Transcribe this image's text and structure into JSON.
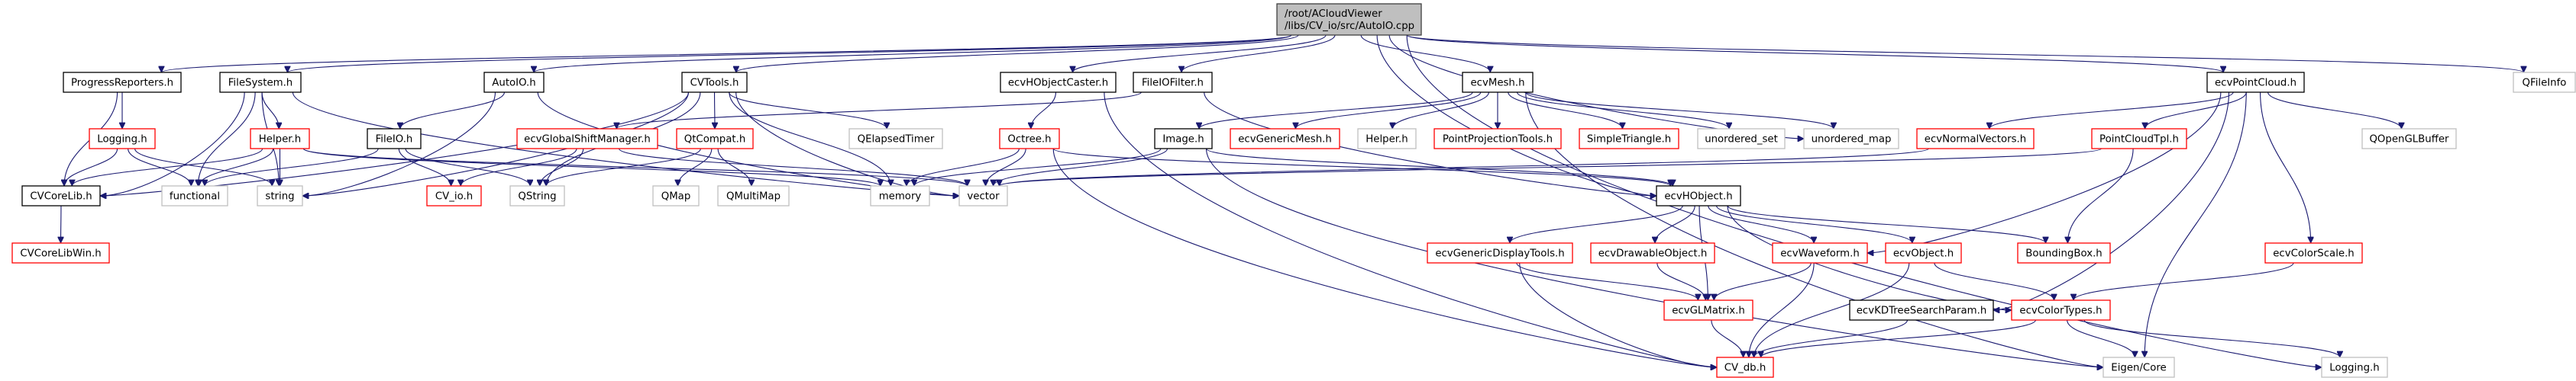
{
  "title": "Include dependency graph for AutoIO.cpp",
  "colors": {
    "edge": "#191970",
    "documented_border": "#000000",
    "undocumented_border": "#ff0000",
    "external_border": "#bfbfbf",
    "root_fill": "#bfbfbf",
    "root_border": "#404040"
  },
  "nodes": [
    {
      "id": "root",
      "label": [
        "/root/ACloudViewer",
        "/libs/CV_io/src/AutoIO.cpp"
      ],
      "kind": "root"
    },
    {
      "id": "ProgressReporters",
      "label": [
        "ProgressReporters.h"
      ],
      "kind": "doc"
    },
    {
      "id": "FileSystem",
      "label": [
        "FileSystem.h"
      ],
      "kind": "doc"
    },
    {
      "id": "AutoIO",
      "label": [
        "AutoIO.h"
      ],
      "kind": "doc"
    },
    {
      "id": "CVTools",
      "label": [
        "CVTools.h"
      ],
      "kind": "doc"
    },
    {
      "id": "ecvHObjectCaster",
      "label": [
        "ecvHObjectCaster.h"
      ],
      "kind": "doc"
    },
    {
      "id": "FileIOFilter",
      "label": [
        "FileIOFilter.h"
      ],
      "kind": "doc"
    },
    {
      "id": "ecvMesh",
      "label": [
        "ecvMesh.h"
      ],
      "kind": "doc"
    },
    {
      "id": "ecvPointCloud",
      "label": [
        "ecvPointCloud.h"
      ],
      "kind": "doc"
    },
    {
      "id": "QFileInfo",
      "label": [
        "QFileInfo"
      ],
      "kind": "ext"
    },
    {
      "id": "LoggingA",
      "label": [
        "Logging.h"
      ],
      "kind": "undoc"
    },
    {
      "id": "HelperA",
      "label": [
        "Helper.h"
      ],
      "kind": "undoc"
    },
    {
      "id": "FileIO",
      "label": [
        "FileIO.h"
      ],
      "kind": "doc"
    },
    {
      "id": "ecvGlobalShiftManager",
      "label": [
        "ecvGlobalShiftManager.h"
      ],
      "kind": "undoc"
    },
    {
      "id": "QtCompat",
      "label": [
        "QtCompat.h"
      ],
      "kind": "undoc"
    },
    {
      "id": "QElapsedTimer",
      "label": [
        "QElapsedTimer"
      ],
      "kind": "ext"
    },
    {
      "id": "Octree",
      "label": [
        "Octree.h"
      ],
      "kind": "undoc"
    },
    {
      "id": "Image",
      "label": [
        "Image.h"
      ],
      "kind": "doc"
    },
    {
      "id": "ecvGenericMesh",
      "label": [
        "ecvGenericMesh.h"
      ],
      "kind": "undoc"
    },
    {
      "id": "HelperB",
      "label": [
        "Helper.h"
      ],
      "kind": "ext"
    },
    {
      "id": "PointProjectionTools",
      "label": [
        "PointProjectionTools.h"
      ],
      "kind": "undoc"
    },
    {
      "id": "SimpleTriangle",
      "label": [
        "SimpleTriangle.h"
      ],
      "kind": "undoc"
    },
    {
      "id": "unordered_set",
      "label": [
        "unordered_set"
      ],
      "kind": "ext"
    },
    {
      "id": "unordered_map",
      "label": [
        "unordered_map"
      ],
      "kind": "ext"
    },
    {
      "id": "ecvNormalVectors",
      "label": [
        "ecvNormalVectors.h"
      ],
      "kind": "undoc"
    },
    {
      "id": "PointCloudTpl",
      "label": [
        "PointCloudTpl.h"
      ],
      "kind": "undoc"
    },
    {
      "id": "QOpenGLBuffer",
      "label": [
        "QOpenGLBuffer"
      ],
      "kind": "ext"
    },
    {
      "id": "CVCoreLib",
      "label": [
        "CVCoreLib.h"
      ],
      "kind": "doc"
    },
    {
      "id": "functional",
      "label": [
        "functional"
      ],
      "kind": "ext"
    },
    {
      "id": "string",
      "label": [
        "string"
      ],
      "kind": "ext"
    },
    {
      "id": "CV_io",
      "label": [
        "CV_io.h"
      ],
      "kind": "undoc"
    },
    {
      "id": "QString",
      "label": [
        "QString"
      ],
      "kind": "ext"
    },
    {
      "id": "QMap",
      "label": [
        "QMap"
      ],
      "kind": "ext"
    },
    {
      "id": "QMultiMap",
      "label": [
        "QMultiMap"
      ],
      "kind": "ext"
    },
    {
      "id": "memory",
      "label": [
        "memory"
      ],
      "kind": "ext"
    },
    {
      "id": "vector",
      "label": [
        "vector"
      ],
      "kind": "ext"
    },
    {
      "id": "ecvHObject",
      "label": [
        "ecvHObject.h"
      ],
      "kind": "doc"
    },
    {
      "id": "CVCoreLibWin",
      "label": [
        "CVCoreLibWin.h"
      ],
      "kind": "undoc"
    },
    {
      "id": "ecvGenericDisplayTools",
      "label": [
        "ecvGenericDisplayTools.h"
      ],
      "kind": "undoc"
    },
    {
      "id": "ecvDrawableObject",
      "label": [
        "ecvDrawableObject.h"
      ],
      "kind": "undoc"
    },
    {
      "id": "ecvWaveform",
      "label": [
        "ecvWaveform.h"
      ],
      "kind": "undoc"
    },
    {
      "id": "ecvObject",
      "label": [
        "ecvObject.h"
      ],
      "kind": "undoc"
    },
    {
      "id": "BoundingBox",
      "label": [
        "BoundingBox.h"
      ],
      "kind": "undoc"
    },
    {
      "id": "ecvColorScale",
      "label": [
        "ecvColorScale.h"
      ],
      "kind": "undoc"
    },
    {
      "id": "ecvGLMatrix",
      "label": [
        "ecvGLMatrix.h"
      ],
      "kind": "undoc"
    },
    {
      "id": "ecvKDTreeSearchParam",
      "label": [
        "ecvKDTreeSearchParam.h"
      ],
      "kind": "doc"
    },
    {
      "id": "ecvColorTypes",
      "label": [
        "ecvColorTypes.h"
      ],
      "kind": "undoc"
    },
    {
      "id": "CV_db",
      "label": [
        "CV_db.h"
      ],
      "kind": "undoc"
    },
    {
      "id": "EigenCore",
      "label": [
        "Eigen/Core"
      ],
      "kind": "ext"
    },
    {
      "id": "LoggingB",
      "label": [
        "Logging.h"
      ],
      "kind": "ext"
    }
  ],
  "edges": [
    [
      "root",
      "ProgressReporters"
    ],
    [
      "root",
      "FileSystem"
    ],
    [
      "root",
      "AutoIO"
    ],
    [
      "root",
      "CVTools"
    ],
    [
      "root",
      "ecvHObjectCaster"
    ],
    [
      "root",
      "FileIOFilter"
    ],
    [
      "root",
      "ecvMesh"
    ],
    [
      "root",
      "ecvPointCloud"
    ],
    [
      "root",
      "QFileInfo"
    ],
    [
      "root",
      "ecvHObject"
    ],
    [
      "root",
      "unordered_map"
    ],
    [
      "root",
      "LoggingB"
    ],
    [
      "ProgressReporters",
      "CVCoreLib"
    ],
    [
      "ProgressReporters",
      "LoggingA"
    ],
    [
      "FileSystem",
      "CVCoreLib"
    ],
    [
      "FileSystem",
      "HelperA"
    ],
    [
      "FileSystem",
      "functional"
    ],
    [
      "FileSystem",
      "string"
    ],
    [
      "FileSystem",
      "vector"
    ],
    [
      "LoggingA",
      "CVCoreLib"
    ],
    [
      "LoggingA",
      "functional"
    ],
    [
      "LoggingA",
      "string"
    ],
    [
      "HelperA",
      "CVCoreLib"
    ],
    [
      "HelperA",
      "functional"
    ],
    [
      "HelperA",
      "string"
    ],
    [
      "HelperA",
      "memory"
    ],
    [
      "HelperA",
      "vector"
    ],
    [
      "AutoIO",
      "FileIO"
    ],
    [
      "AutoIO",
      "string"
    ],
    [
      "AutoIO",
      "vector"
    ],
    [
      "FileIO",
      "CV_io"
    ],
    [
      "FileIO",
      "QString"
    ],
    [
      "FileIO",
      "functional"
    ],
    [
      "CVTools",
      "CVCoreLib"
    ],
    [
      "CVTools",
      "QtCompat"
    ],
    [
      "CVTools",
      "QString"
    ],
    [
      "CVTools",
      "string"
    ],
    [
      "CVTools",
      "QElapsedTimer"
    ],
    [
      "CVTools",
      "vector"
    ],
    [
      "CVTools",
      "memory"
    ],
    [
      "ecvGlobalShiftManager",
      "CV_io"
    ],
    [
      "ecvGlobalShiftManager",
      "QString"
    ],
    [
      "ecvGlobalShiftManager",
      "vector"
    ],
    [
      "QtCompat",
      "QString"
    ],
    [
      "QtCompat",
      "QMap"
    ],
    [
      "QtCompat",
      "QMultiMap"
    ],
    [
      "FileIOFilter",
      "ecvGlobalShiftManager"
    ],
    [
      "FileIOFilter",
      "ecvHObject"
    ],
    [
      "ecvHObjectCaster",
      "Octree"
    ],
    [
      "ecvHObjectCaster",
      "CV_db"
    ],
    [
      "Octree",
      "memory"
    ],
    [
      "Octree",
      "vector"
    ],
    [
      "Octree",
      "ecvHObject"
    ],
    [
      "Octree",
      "CV_db"
    ],
    [
      "Image",
      "memory"
    ],
    [
      "Image",
      "vector"
    ],
    [
      "Image",
      "ecvHObject"
    ],
    [
      "Image",
      "EigenCore"
    ],
    [
      "ecvMesh",
      "Image"
    ],
    [
      "ecvMesh",
      "ecvGenericMesh"
    ],
    [
      "ecvMesh",
      "HelperB"
    ],
    [
      "ecvMesh",
      "PointProjectionTools"
    ],
    [
      "ecvMesh",
      "SimpleTriangle"
    ],
    [
      "ecvMesh",
      "unordered_set"
    ],
    [
      "ecvMesh",
      "unordered_map"
    ],
    [
      "ecvMesh",
      "EigenCore"
    ],
    [
      "ecvNormalVectors",
      "vector"
    ],
    [
      "PointCloudTpl",
      "vector"
    ],
    [
      "PointCloudTpl",
      "BoundingBox"
    ],
    [
      "ecvPointCloud",
      "ecvNormalVectors"
    ],
    [
      "ecvPointCloud",
      "PointCloudTpl"
    ],
    [
      "ecvPointCloud",
      "QOpenGLBuffer"
    ],
    [
      "ecvPointCloud",
      "ecvColorScale"
    ],
    [
      "ecvPointCloud",
      "ecvWaveform"
    ],
    [
      "ecvPointCloud",
      "ecvKDTreeSearchParam"
    ],
    [
      "ecvPointCloud",
      "EigenCore"
    ],
    [
      "CVCoreLib",
      "CVCoreLibWin"
    ],
    [
      "ecvHObject",
      "ecvGenericDisplayTools"
    ],
    [
      "ecvHObject",
      "ecvDrawableObject"
    ],
    [
      "ecvHObject",
      "ecvGLMatrix"
    ],
    [
      "ecvHObject",
      "ecvWaveform"
    ],
    [
      "ecvHObject",
      "ecvObject"
    ],
    [
      "ecvHObject",
      "BoundingBox"
    ],
    [
      "ecvHObject",
      "ecvColorTypes"
    ],
    [
      "ecvGenericDisplayTools",
      "ecvGLMatrix"
    ],
    [
      "ecvGenericDisplayTools",
      "CV_db"
    ],
    [
      "ecvDrawableObject",
      "ecvGLMatrix"
    ],
    [
      "ecvWaveform",
      "ecvGLMatrix"
    ],
    [
      "ecvWaveform",
      "CV_db"
    ],
    [
      "ecvObject",
      "CV_db"
    ],
    [
      "ecvObject",
      "ecvColorTypes"
    ],
    [
      "ecvColorScale",
      "ecvColorTypes"
    ],
    [
      "ecvGLMatrix",
      "CV_db"
    ],
    [
      "ecvKDTreeSearchParam",
      "CV_db"
    ],
    [
      "ecvColorTypes",
      "CV_db"
    ],
    [
      "ecvColorTypes",
      "EigenCore"
    ],
    [
      "ecvColorTypes",
      "LoggingB"
    ]
  ]
}
